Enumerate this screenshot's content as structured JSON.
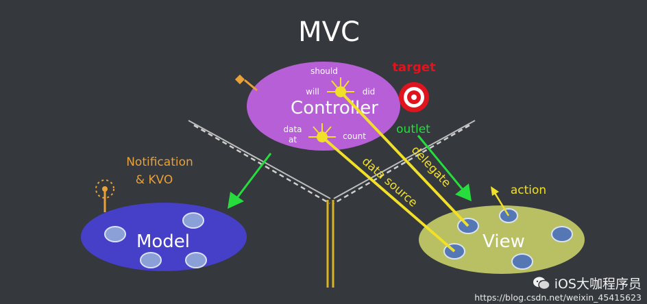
{
  "title": "MVC",
  "controller": {
    "label": "Controller",
    "hooks_top": [
      "should",
      "will",
      "did"
    ],
    "hooks_bottom": [
      "data",
      "at",
      "count"
    ]
  },
  "target_label": "target",
  "outlet_label": "outlet",
  "delegate_label": "delegate",
  "data_source_label": "data source",
  "notification_label_1": "Notification",
  "notification_label_2": "& KVO",
  "action_label": "action",
  "model_label": "Model",
  "view_label": "View",
  "watermark": {
    "title": "iOS大咖程序员",
    "url": "https://blog.csdn.net/weixin_45415623"
  },
  "colors": {
    "background": "#35383c",
    "controller": "#b65fd6",
    "model": "#4640c8",
    "view": "#b9c064",
    "yellow": "#f1e02a",
    "green": "#27dd3e",
    "orange": "#e9a13a",
    "red": "#e0141e"
  }
}
